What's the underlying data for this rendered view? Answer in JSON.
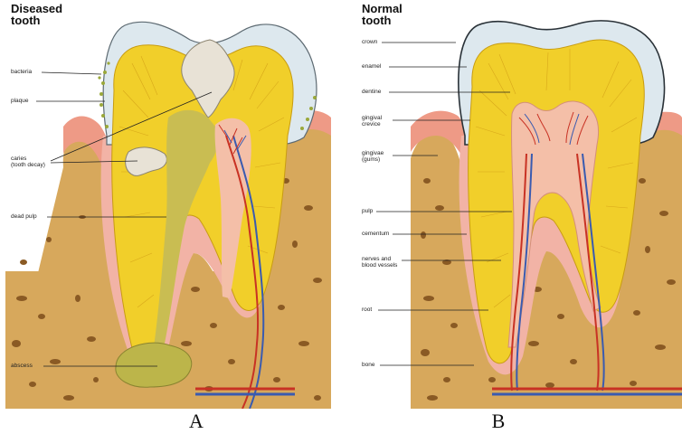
{
  "diseased": {
    "title_line1": "Diseased",
    "title_line2": "tooth",
    "labels": {
      "bacteria": "bacteria",
      "plaque": "plaque",
      "caries_line1": "caries",
      "caries_line2": "(tooth decay)",
      "dead_pulp": "dead pulp",
      "abscess": "abscess"
    },
    "caption": "A"
  },
  "normal": {
    "title_line1": "Normal",
    "title_line2": "tooth",
    "labels": {
      "crown": "crown",
      "enamel": "enamel",
      "dentine": "dentine",
      "gingival_line1": "gingival",
      "gingival_line2": "crevice",
      "gingivae_line1": "gingivae",
      "gingivae_line2": "(gums)",
      "pulp": "pulp",
      "cementum": "cementum",
      "nerves_line1": "nerves and",
      "nerves_line2": "blood vessels",
      "root": "root",
      "bone": "bone"
    },
    "caption": "B"
  },
  "colors": {
    "bone": "#d7a85c",
    "bone_pore": "#8a5a24",
    "gum": "#ee9a86",
    "enamel": "#dde8ee",
    "dentine": "#f1cf2a",
    "pulp": "#f4bfa8",
    "dead_pulp": "#c9bd52",
    "abscess": "#bcb54a",
    "artery": "#c83224",
    "vein": "#3a5bb0"
  }
}
